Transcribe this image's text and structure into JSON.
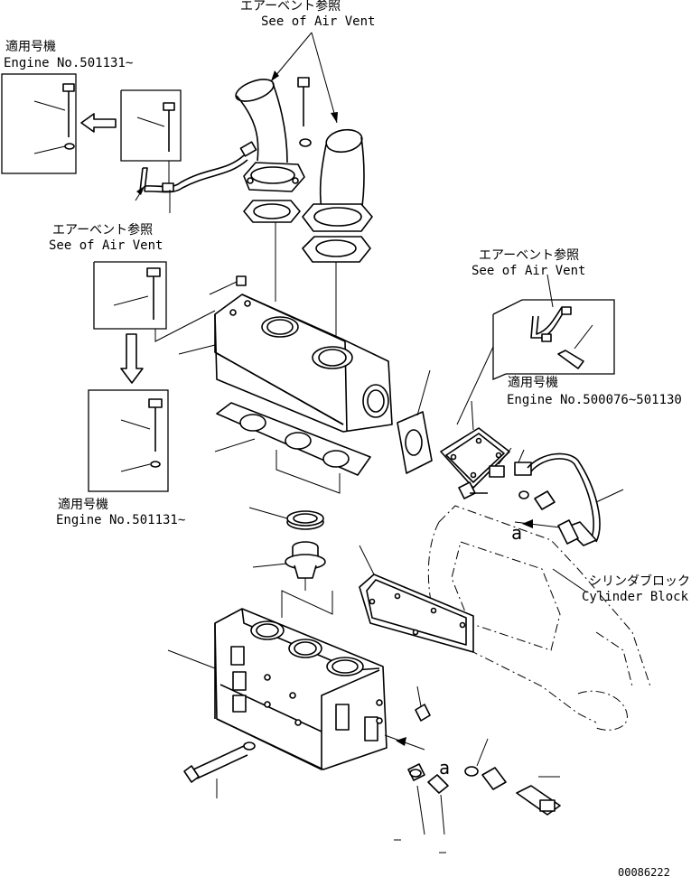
{
  "labels": {
    "air_vent_top_jp": "エアーベント参照",
    "air_vent_top_en": "See of Air Vent",
    "applicable_top_jp": "適用号機",
    "applicable_top_en": "Engine No.501131~",
    "air_vent_left_jp": "エアーベント参照",
    "air_vent_left_en": "See of Air Vent",
    "air_vent_right_jp": "エアーベント参照",
    "air_vent_right_en": "See of Air Vent",
    "applicable_right_jp": "適用号機",
    "applicable_right_en": "Engine No.500076~501130",
    "applicable_mid_jp": "適用号機",
    "applicable_mid_en": "Engine No.501131~",
    "cylinder_block_jp": "シリンダブロック",
    "cylinder_block_en": "Cylinder Block",
    "view_marker": "a",
    "drawing_number": "00086222"
  }
}
